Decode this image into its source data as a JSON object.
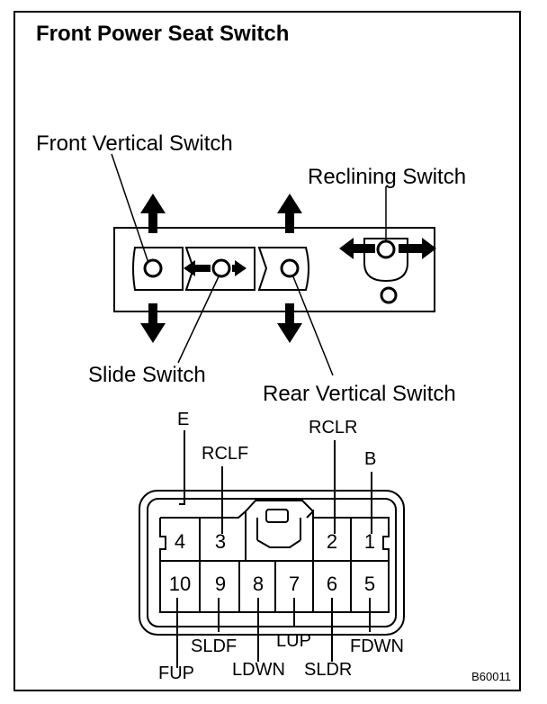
{
  "title": "Front Power Seat Switch",
  "switch_labels": {
    "front_vertical": "Front Vertical Switch",
    "reclining": "Reclining Switch",
    "slide": "Slide Switch",
    "rear_vertical": "Rear Vertical Switch"
  },
  "connector": {
    "top_labels": {
      "e": "E",
      "rclf": "RCLF",
      "rclr": "RCLR",
      "b": "B"
    },
    "top_pins": [
      "4",
      "3",
      "2",
      "1"
    ],
    "bottom_pins": [
      "10",
      "9",
      "8",
      "7",
      "6",
      "5"
    ],
    "bottom_labels": {
      "fup": "FUP",
      "sldf": "SLDF",
      "ldwn": "LDWN",
      "lup": "LUP",
      "sldr": "SLDR",
      "fdwn": "FDWN"
    }
  },
  "figure_code": "B60011"
}
